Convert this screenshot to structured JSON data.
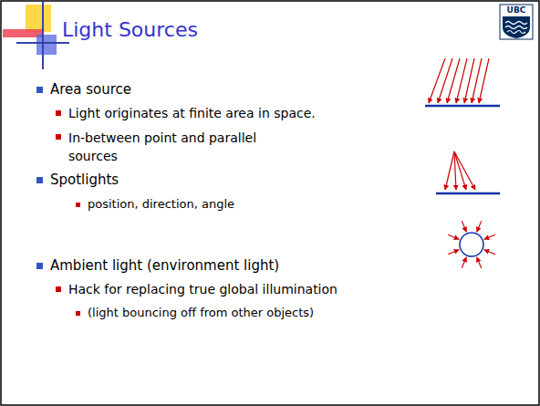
{
  "diagram": {
    "title": "Light Sources",
    "labels": [
      "Area source",
      "Light originates at finite area in space.",
      "In-between point and parallel sources",
      "Spotlights",
      "position, direction, angle",
      "Ambient light (environment light)",
      "Hack for replacing true global illumination",
      "(light bouncing off from other objects)",
      "UBC"
    ]
  }
}
